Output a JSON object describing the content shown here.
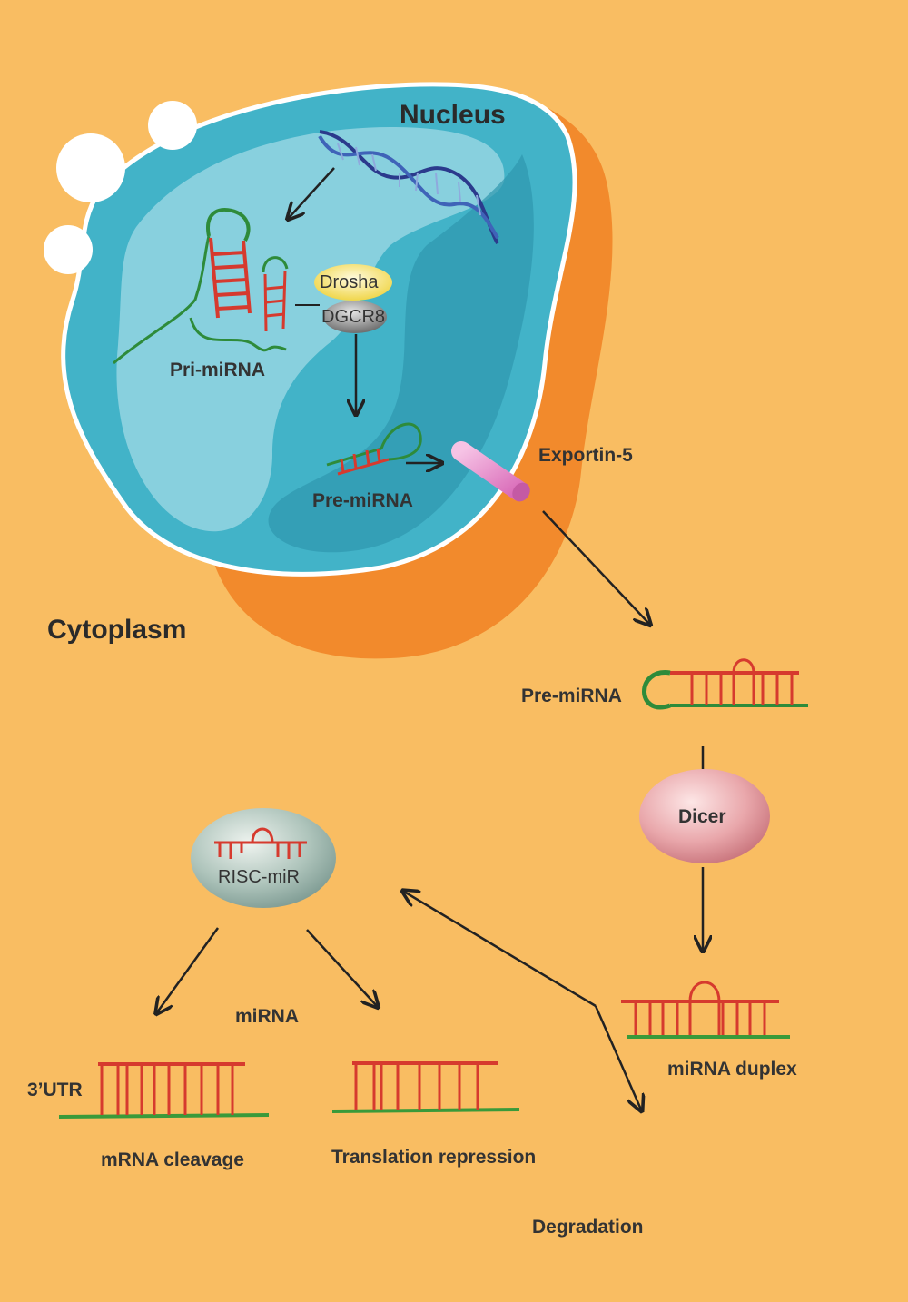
{
  "regions": {
    "nucleus": "Nucleus",
    "cytoplasm": "Cytoplasm"
  },
  "labels": {
    "drosha": "Drosha",
    "dgcr8": "DGCR8",
    "pri_mirna": "Pri-miRNA",
    "pre_mirna_nucleus": "Pre-miRNA",
    "exportin": "Exportin-5",
    "pre_mirna_cytoplasm": "Pre-miRNA",
    "dicer": "Dicer",
    "risc": "RISC-miR",
    "mirna": "miRNA",
    "utr": "3’UTR",
    "mrna_cleavage": "mRNA cleavage",
    "translation_repression": "Translation repression",
    "mirna_duplex": "miRNA duplex",
    "degradation": "Degradation"
  },
  "colors": {
    "background": "#f9bd62",
    "nucleus": "#3fb2c9",
    "nucleus_shadow": "#f28a2c",
    "rna_strand": "#d63a2e",
    "rna_backbone": "#3a9a3a",
    "dna": "#2b3a8c",
    "exportin": "#e48ac8",
    "drosha": "#f3df6a",
    "dgcr8": "#8a8a8a",
    "dicer": "#e9a1a6",
    "risc": "#9fb8ad"
  }
}
